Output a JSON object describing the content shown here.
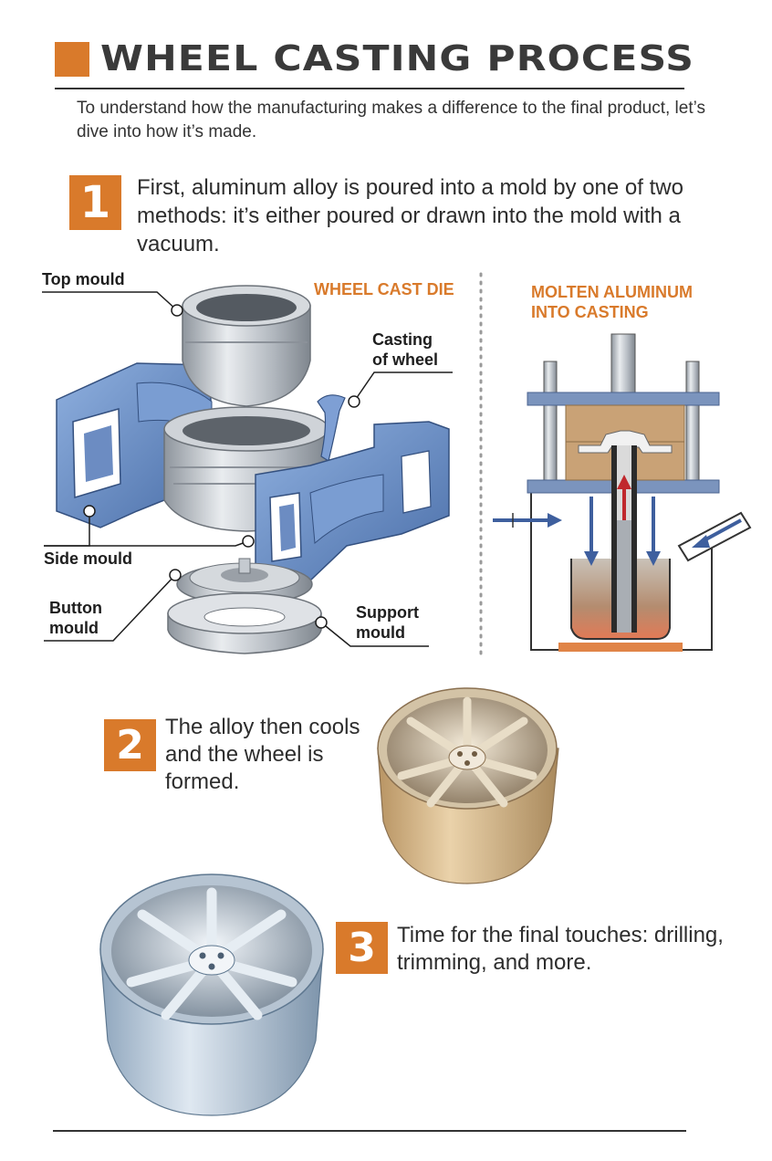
{
  "header": {
    "title": "WHEEL CASTING PROCESS",
    "intro": "To understand how the manufacturing makes a difference to the final product, let’s dive into how it’s made."
  },
  "steps": [
    {
      "number": "1",
      "text": "First, aluminum alloy is poured into a mold by one of two methods: it’s either poured or drawn into the mold with a vacuum."
    },
    {
      "number": "2",
      "text": "The alloy then cools and the wheel is formed."
    },
    {
      "number": "3",
      "text": "Time for the final touches: drilling, trimming, and more."
    }
  ],
  "die_diagram": {
    "heading": "WHEEL CAST DIE",
    "labels": {
      "top_mould": "Top mould",
      "casting_line1": "Casting",
      "casting_line2": "of wheel",
      "side_mould": "Side mould",
      "button_line1": "Button",
      "button_line2": "mould",
      "support_line1": "Support",
      "support_line2": "mould"
    }
  },
  "molten_diagram": {
    "heading_line1": "MOLTEN ALUMINUM",
    "heading_line2": "INTO CASTING"
  },
  "colors": {
    "accent": "#d97a2b",
    "mould_blue": "#5b7fb8",
    "steel": "#b9bec4",
    "wood": "#c9a276",
    "arrow_blue": "#3e5f9e",
    "arrow_red": "#c0282d"
  }
}
